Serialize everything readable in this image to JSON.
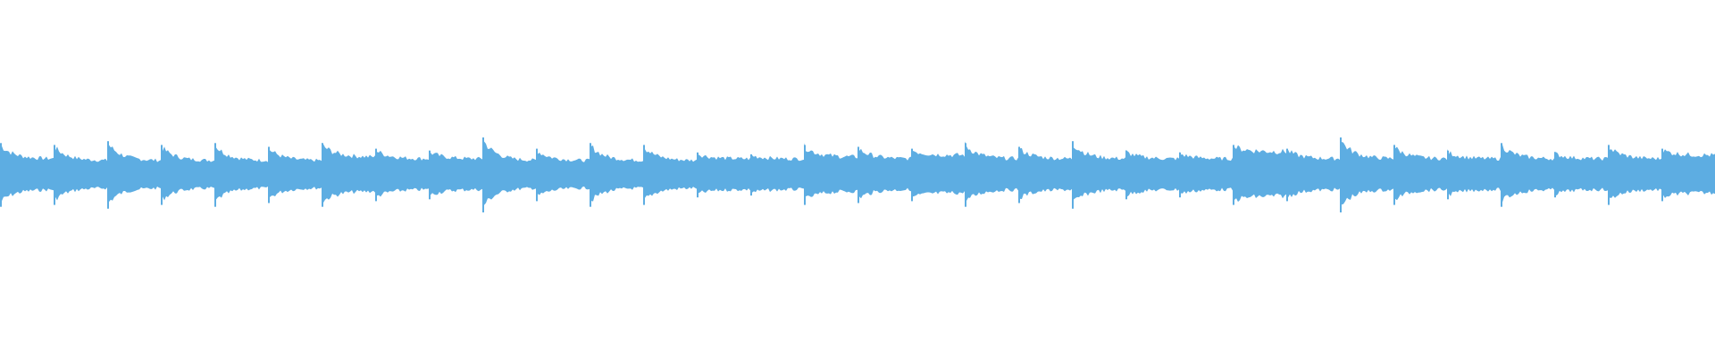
{
  "waveform": {
    "color": "#5dade2",
    "segments": [
      {
        "peak": 0.85,
        "tail": 0.45
      },
      {
        "peak": 0.8,
        "tail": 0.4
      },
      {
        "peak": 0.9,
        "tail": 0.4
      },
      {
        "peak": 0.8,
        "tail": 0.4
      },
      {
        "peak": 0.85,
        "tail": 0.4
      },
      {
        "peak": 0.75,
        "tail": 0.4
      },
      {
        "peak": 0.85,
        "tail": 0.5
      },
      {
        "peak": 0.7,
        "tail": 0.45
      },
      {
        "peak": 0.65,
        "tail": 0.45
      },
      {
        "peak": 1.0,
        "tail": 0.4
      },
      {
        "peak": 0.7,
        "tail": 0.4
      },
      {
        "peak": 0.85,
        "tail": 0.4
      },
      {
        "peak": 0.8,
        "tail": 0.4
      },
      {
        "peak": 0.6,
        "tail": 0.45
      },
      {
        "peak": 0.55,
        "tail": 0.45
      },
      {
        "peak": 0.8,
        "tail": 0.5
      },
      {
        "peak": 0.75,
        "tail": 0.45
      },
      {
        "peak": 0.7,
        "tail": 0.55
      },
      {
        "peak": 0.85,
        "tail": 0.45
      },
      {
        "peak": 0.75,
        "tail": 0.45
      },
      {
        "peak": 0.9,
        "tail": 0.45
      },
      {
        "peak": 0.65,
        "tail": 0.45
      },
      {
        "peak": 0.6,
        "tail": 0.45
      },
      {
        "peak": 0.8,
        "tail": 0.65
      },
      {
        "peak": 0.7,
        "tail": 0.45
      },
      {
        "peak": 1.0,
        "tail": 0.45
      },
      {
        "peak": 0.8,
        "tail": 0.45
      },
      {
        "peak": 0.65,
        "tail": 0.45
      },
      {
        "peak": 0.85,
        "tail": 0.45
      },
      {
        "peak": 0.6,
        "tail": 0.45
      },
      {
        "peak": 0.8,
        "tail": 0.45
      },
      {
        "peak": 0.7,
        "tail": 0.55
      }
    ]
  }
}
